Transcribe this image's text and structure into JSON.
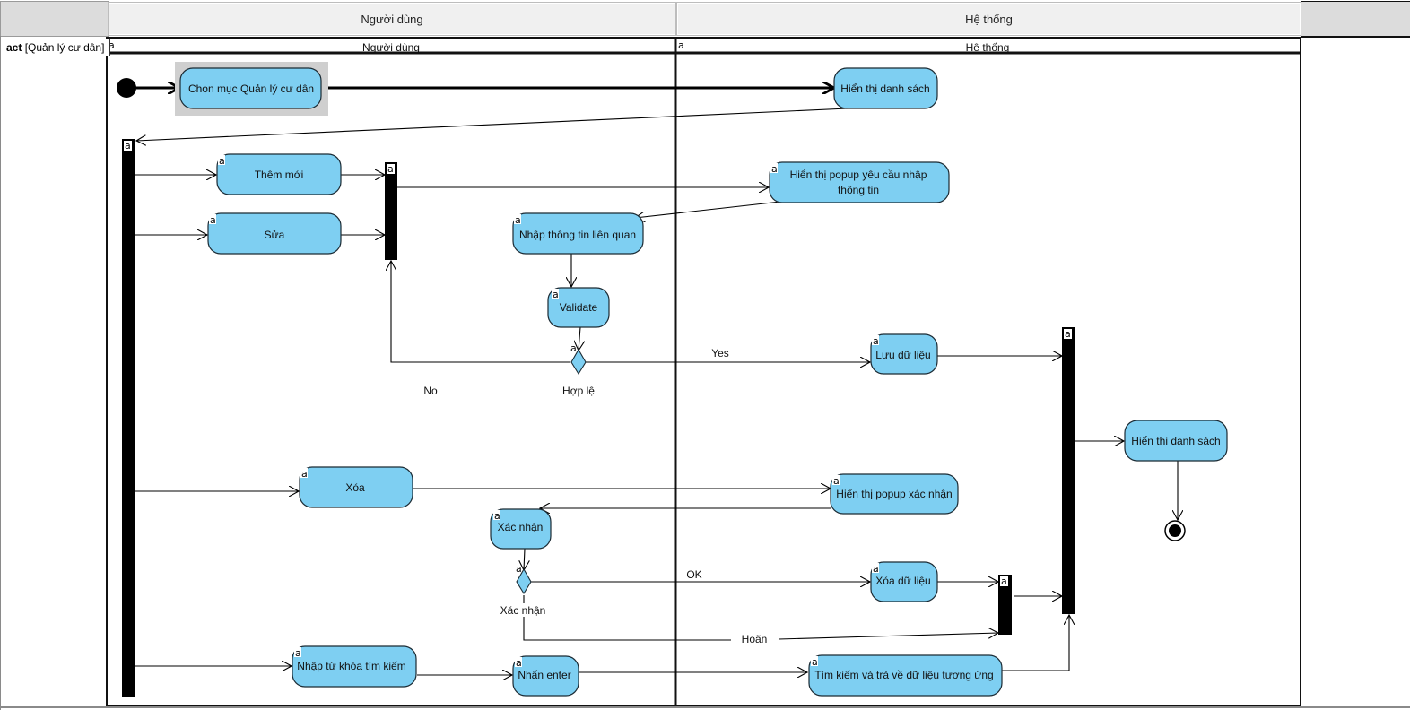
{
  "header": {
    "lanes": [
      "Người dùng",
      "Hệ thống"
    ]
  },
  "frame": {
    "keyword": "act",
    "name": "[Quản lý cư dân]"
  },
  "partitions": [
    "Người dùng",
    "Hệ thống"
  ],
  "annotation_glyph": "a",
  "actions": {
    "choose_menu": "Chọn mục Quản lý cư dân",
    "show_list_top": "Hiển thị danh sách",
    "add_new": "Thêm mới",
    "edit": "Sửa",
    "show_popup_input_l1": "Hiển thị popup yêu cầu nhập",
    "show_popup_input_l2": "thông tin",
    "enter_info": "Nhập thông tin liên quan",
    "validate": "Validate",
    "save_data": "Lưu dữ liệu",
    "show_list_final": "Hiển thị danh sách",
    "delete": "Xóa",
    "show_popup_confirm": "Hiển thị popup xác nhận",
    "confirm": "Xác nhận",
    "delete_data": "Xóa dữ liệu",
    "enter_keyword": "Nhập từ khóa tìm kiếm",
    "press_enter": "Nhấn enter",
    "search_return": "Tìm kiếm và trả về dữ liệu tương ứng"
  },
  "decisions": {
    "valid": "Hợp lệ",
    "confirm": "Xác nhận"
  },
  "guards": {
    "yes": "Yes",
    "no": "No",
    "ok": "OK",
    "cancel": "Hoãn"
  }
}
